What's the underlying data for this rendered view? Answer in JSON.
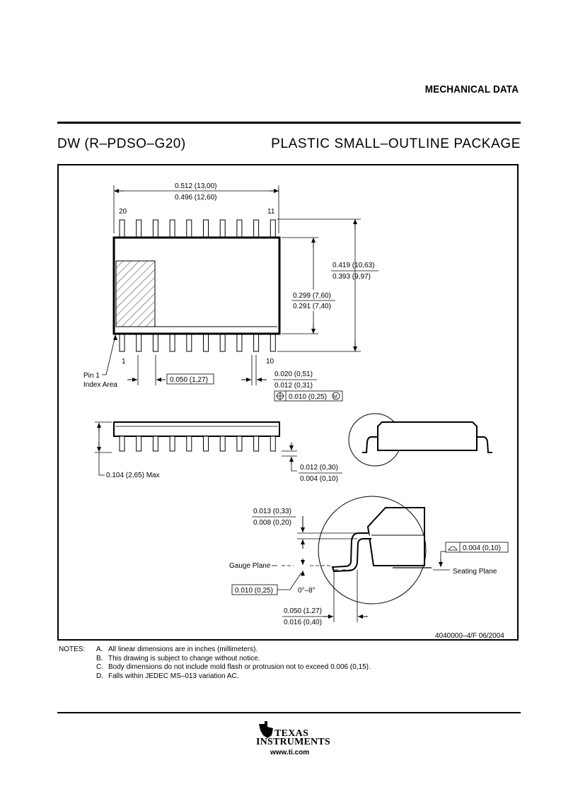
{
  "header": {
    "section_title": "MECHANICAL DATA",
    "package_code": "DW (R–PDSO–G20)",
    "package_name": "PLASTIC SMALL–OUTLINE PACKAGE"
  },
  "drawing": {
    "top_view": {
      "pin_top_left": "20",
      "pin_top_right": "11",
      "pin_bottom_left": "1",
      "pin_bottom_right": "10",
      "length_max": "0.512 (13,00)",
      "length_min": "0.496 (12,60)",
      "overall_width_max": "0.419 (10,63)",
      "overall_width_min": "0.393 (9,97)",
      "body_width_max": "0.299 (7,60)",
      "body_width_min": "0.291 (7,40)",
      "pin1_label_line1": "Pin 1",
      "pin1_label_line2": "Index Area",
      "pitch": "0.050 (1,27)",
      "lead_width_max": "0.020 (0,51)",
      "lead_width_min": "0.012 (0,31)",
      "position_tol": "0.010 (0,25)",
      "mmc_symbol": "M"
    },
    "side_view": {
      "height_max": "0.104 (2,65) Max",
      "standoff_max": "0.012 (0,30)",
      "standoff_min": "0.004 (0,10)"
    },
    "detail_view": {
      "lead_thickness_max": "0.013 (0,33)",
      "lead_thickness_min": "0.008 (0,20)",
      "gauge_plane": "Gauge Plane",
      "gauge_dim": "0.010 (0,25)",
      "angle": "0°–8°",
      "foot_length_max": "0.050 (1,27)",
      "foot_length_min": "0.016 (0,40)",
      "coplanarity": "0.004 (0,10)",
      "seating_plane": "Seating Plane"
    },
    "drawing_number": "4040000–4/F 06/2004"
  },
  "notes": {
    "label": "NOTES:",
    "items": [
      {
        "key": "A.",
        "text": "All linear dimensions are in inches (millimeters)."
      },
      {
        "key": "B.",
        "text": "This drawing is subject to change without notice."
      },
      {
        "key": "C.",
        "text": "Body dimensions do not include mold flash or protrusion not to exceed 0.006 (0,15)."
      },
      {
        "key": "D.",
        "text": "Falls within JEDEC MS–013 variation AC."
      }
    ]
  },
  "footer": {
    "logo_line1": "TEXAS",
    "logo_line2": "INSTRUMENTS",
    "url": "www.ti.com"
  }
}
